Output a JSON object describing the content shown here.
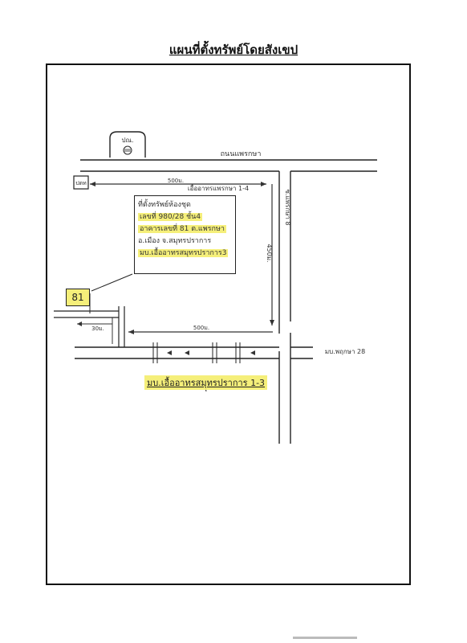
{
  "title": "แผนที่ตั้งทรัพย์โดยสังเขป",
  "landmarks": {
    "post_office": "ปณ.",
    "police_box": "ปตท",
    "plot_number": "81"
  },
  "roads": {
    "main_road": "ถนนแพรกษา",
    "right_soi": "ซ.แพรกษา 8",
    "top_soi": "เอื้ออาทรแพรกษา 1-4",
    "bottom_village": "มบ.พฤกษา 28",
    "middle_village": "มบ.เอื้ออาทรสมุทรปราการ 1-3"
  },
  "distances": {
    "top_distance": "500ม.",
    "vertical_distance": "450ม.",
    "bottom_distance": "500ม.",
    "small_distance": "30ม."
  },
  "callout": {
    "line1": "ที่ตั้งทรัพย์ห้องชุด",
    "line2": "เลขที่ 980/28 ชั้น4",
    "line3": "อาคารเลขที่ 81 ต.แพรกษา",
    "line4": "อ.เมือง จ.สมุทรปราการ",
    "line5": "มบ.เอื้ออาทรสมุทรปราการ3"
  }
}
